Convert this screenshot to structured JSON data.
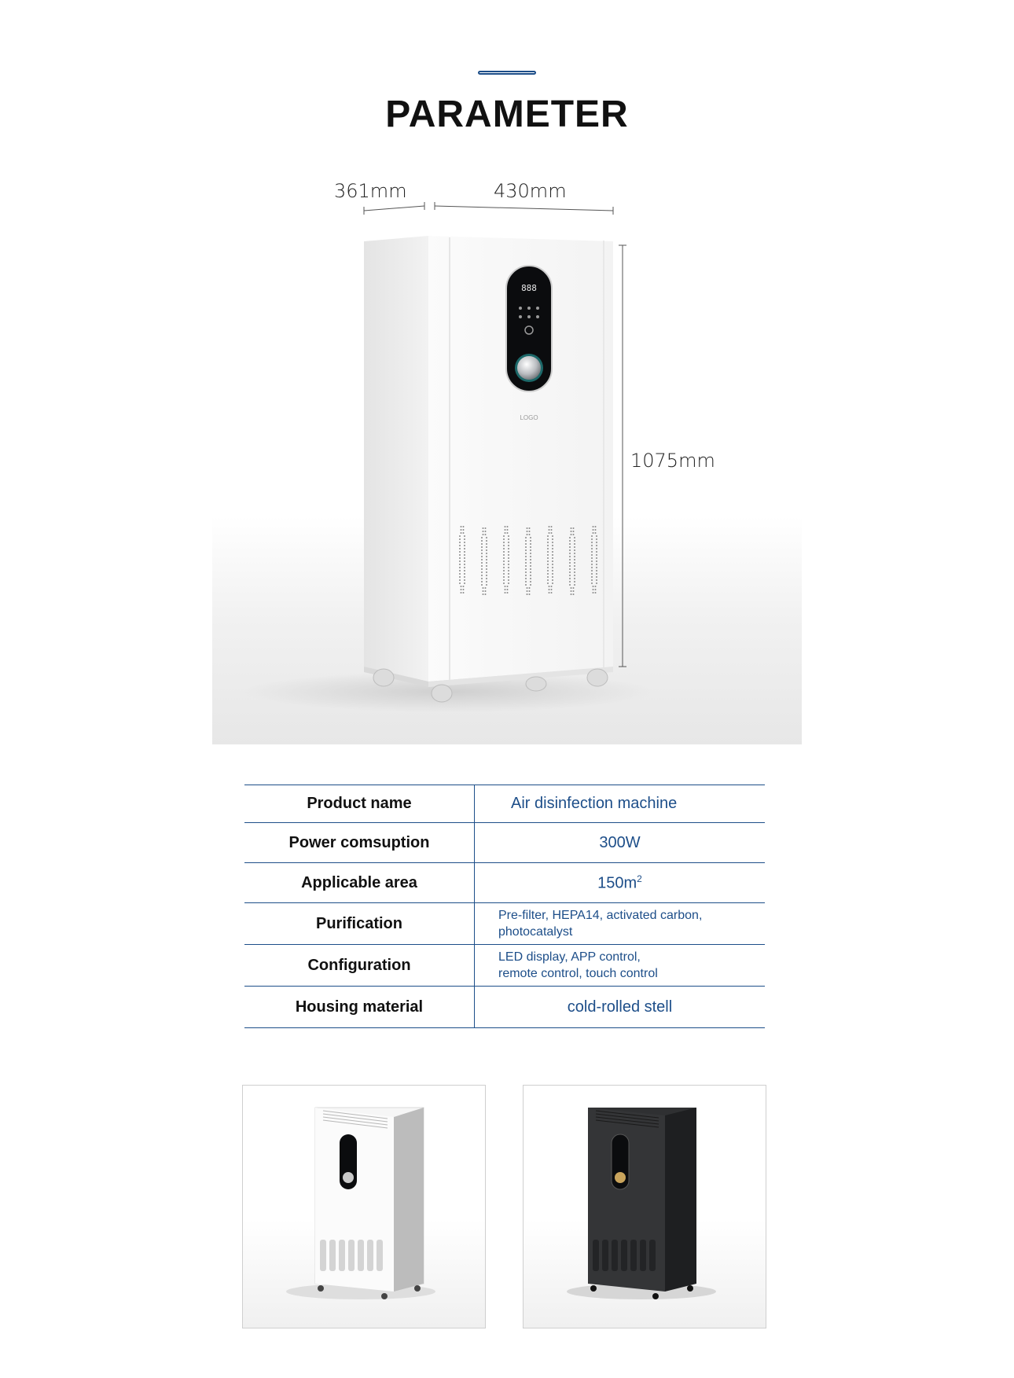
{
  "header": {
    "title": "PARAMETER"
  },
  "hero": {
    "dimensions": {
      "depth": "361mm",
      "width": "430mm",
      "height": "1075mm"
    },
    "panel_logo": "LOGO",
    "display_digits": "888"
  },
  "spec_table": [
    {
      "label": "Product name",
      "value_lines": [
        "Air disinfection machine"
      ]
    },
    {
      "label": "Power comsuption",
      "value_lines": [
        "300W"
      ]
    },
    {
      "label": "Applicable area",
      "value_lines": [
        "150m"
      ],
      "value_superscript": "2"
    },
    {
      "label": "Purification",
      "value_lines": [
        "Pre-filter, HEPA14, activated carbon,",
        "photocatalyst"
      ]
    },
    {
      "label": "Configuration",
      "value_lines": [
        "LED display, APP control,",
        "remote control, touch control"
      ]
    },
    {
      "label": "Housing material",
      "value_lines": [
        "cold-rolled stell"
      ]
    }
  ],
  "gallery": [
    {
      "name": "white-unit",
      "color": "#f4f4f4"
    },
    {
      "name": "black-unit",
      "color": "#2f3032"
    }
  ],
  "colors": {
    "accent": "#1d4e89",
    "text": "#111111"
  }
}
